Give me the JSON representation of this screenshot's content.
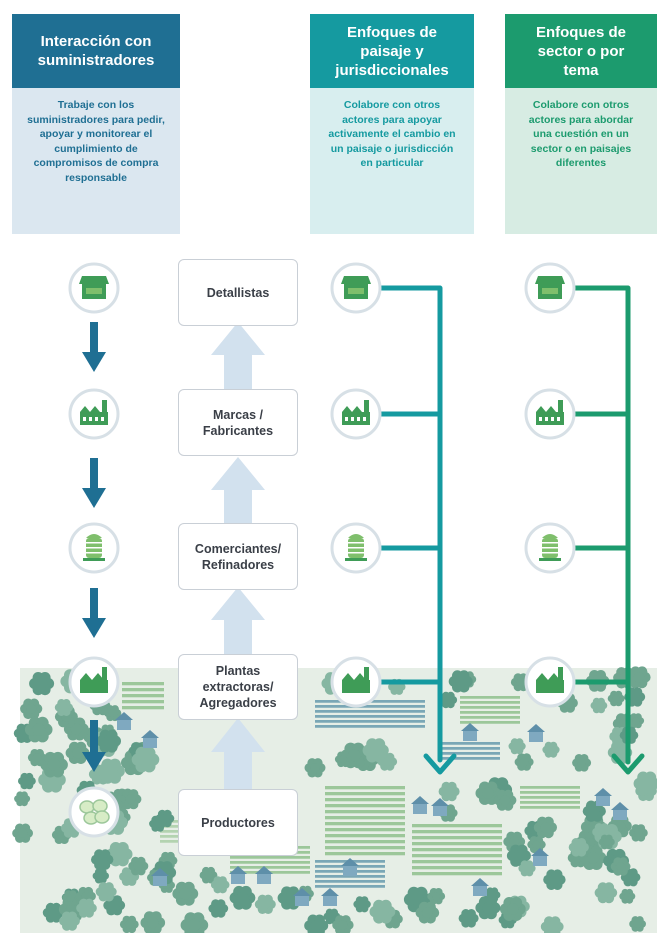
{
  "columns": {
    "supplier": {
      "title": "Interacción con suministradores",
      "description": "Trabaje con los suministradores para pedir, apoyar y monitorear el cumplimiento de compromisos de compra responsable",
      "color": "#1f6f93"
    },
    "landscape": {
      "title": "Enfoques de paisaje y jurisdiccionales",
      "description": "Colabore con otros actores para apoyar activamente el cambio en un paisaje o jurisdicción en particular",
      "color": "#159aa0"
    },
    "sector": {
      "title": "Enfoques de sector o por tema",
      "description": "Colabore con otros actores para abordar una cuestión en un sector o en paisajes diferentes",
      "color": "#1c9b6e"
    }
  },
  "chain": [
    {
      "label": "Detallistas",
      "icon": "store-icon"
    },
    {
      "label": "Marcas / Fabricantes",
      "icon": "factory-icon"
    },
    {
      "label": "Comerciantes/ Refinadores",
      "icon": "silo-icon"
    },
    {
      "label": "Plantas extractoras/ Agregadores",
      "icon": "mill-icon"
    },
    {
      "label": "Productores",
      "icon": "produce-icon"
    }
  ]
}
